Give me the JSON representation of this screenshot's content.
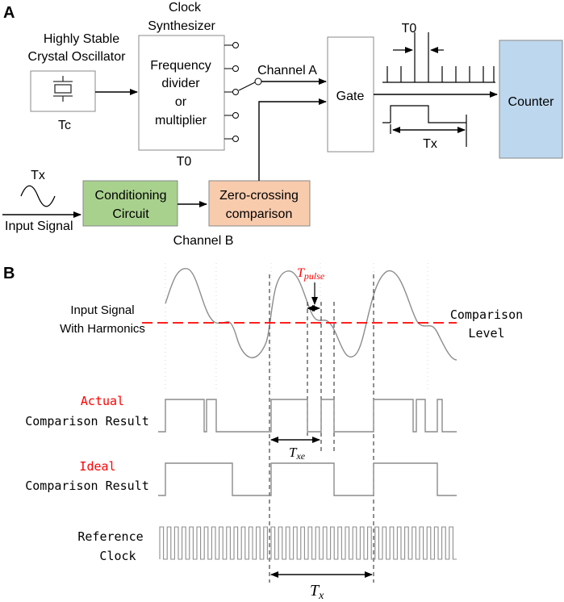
{
  "panel_a": {
    "label": "A",
    "oscillator": {
      "title_line1": "Highly Stable",
      "title_line2": "Crystal Oscillator",
      "period": "Tc"
    },
    "synth": {
      "title_line1": "Clock",
      "title_line2": "Synthesizer",
      "line1": "Frequency",
      "line2": "divider",
      "line3": "or",
      "line4": "multiplier",
      "period": "T0"
    },
    "channel_a": "Channel A",
    "channel_b": "Channel B",
    "gate": "Gate",
    "counter": "Counter",
    "t0_label": "T0",
    "tx_label": "Tx",
    "input": {
      "period": "Tx",
      "label": "Input Signal"
    },
    "conditioning": {
      "line1": "Conditioning",
      "line2": "Circuit",
      "color": "#a9d18e"
    },
    "zero_crossing": {
      "line1": "Zero-crossing",
      "line2": "comparison",
      "color": "#f8cbad"
    },
    "counter_color": "#bdd7ee"
  },
  "panel_b": {
    "label": "B",
    "input_label_line1": "Input Signal",
    "input_label_line2": "With Harmonics",
    "comparison_level_line1": "Comparison",
    "comparison_level_line2": "Level",
    "actual_label": "Actual",
    "actual_sub": "Comparison Result",
    "ideal_label": "Ideal",
    "ideal_sub": "Comparison Result",
    "ref_line1": "Reference",
    "ref_line2": "Clock",
    "t_pulse_main": "T",
    "t_pulse_sub": "pulse",
    "t_xe_main": "T",
    "t_xe_sub": "xe",
    "t_x_main": "T",
    "t_x_sub": "x",
    "accent_red": "#ff0000"
  }
}
